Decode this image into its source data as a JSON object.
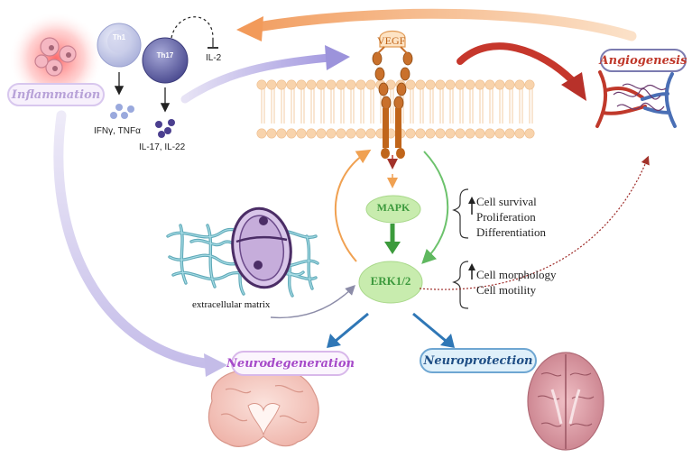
{
  "labels": {
    "inflammation": "Inflammation",
    "angiogenesis": "Angiogenesis",
    "neurodegeneration": "Neurodegeneration",
    "neuroprotection": "Neuroprotection",
    "vegf": "VEGF",
    "mapk": "MAPK",
    "erk": "ERK1/2",
    "th1": "Th1",
    "th17": "Th17",
    "il2": "IL-2",
    "th1_cytokines": "IFNγ, TNFα",
    "th17_cytokines": "IL-17, IL-22",
    "ecm": "extracellular matrix"
  },
  "effects_mapk": [
    "Cell survival",
    "Proliferation",
    "Differentiation"
  ],
  "effects_erk": [
    "Cell morphology",
    "Cell motility"
  ],
  "colors": {
    "orange": "#f2a86a",
    "red": "#c0392b",
    "lavender": "#b7aede",
    "green": "#3d9a3d",
    "green_fill": "#bfe6a6",
    "blue": "#2f77b6",
    "purple": "#a64ac9"
  }
}
